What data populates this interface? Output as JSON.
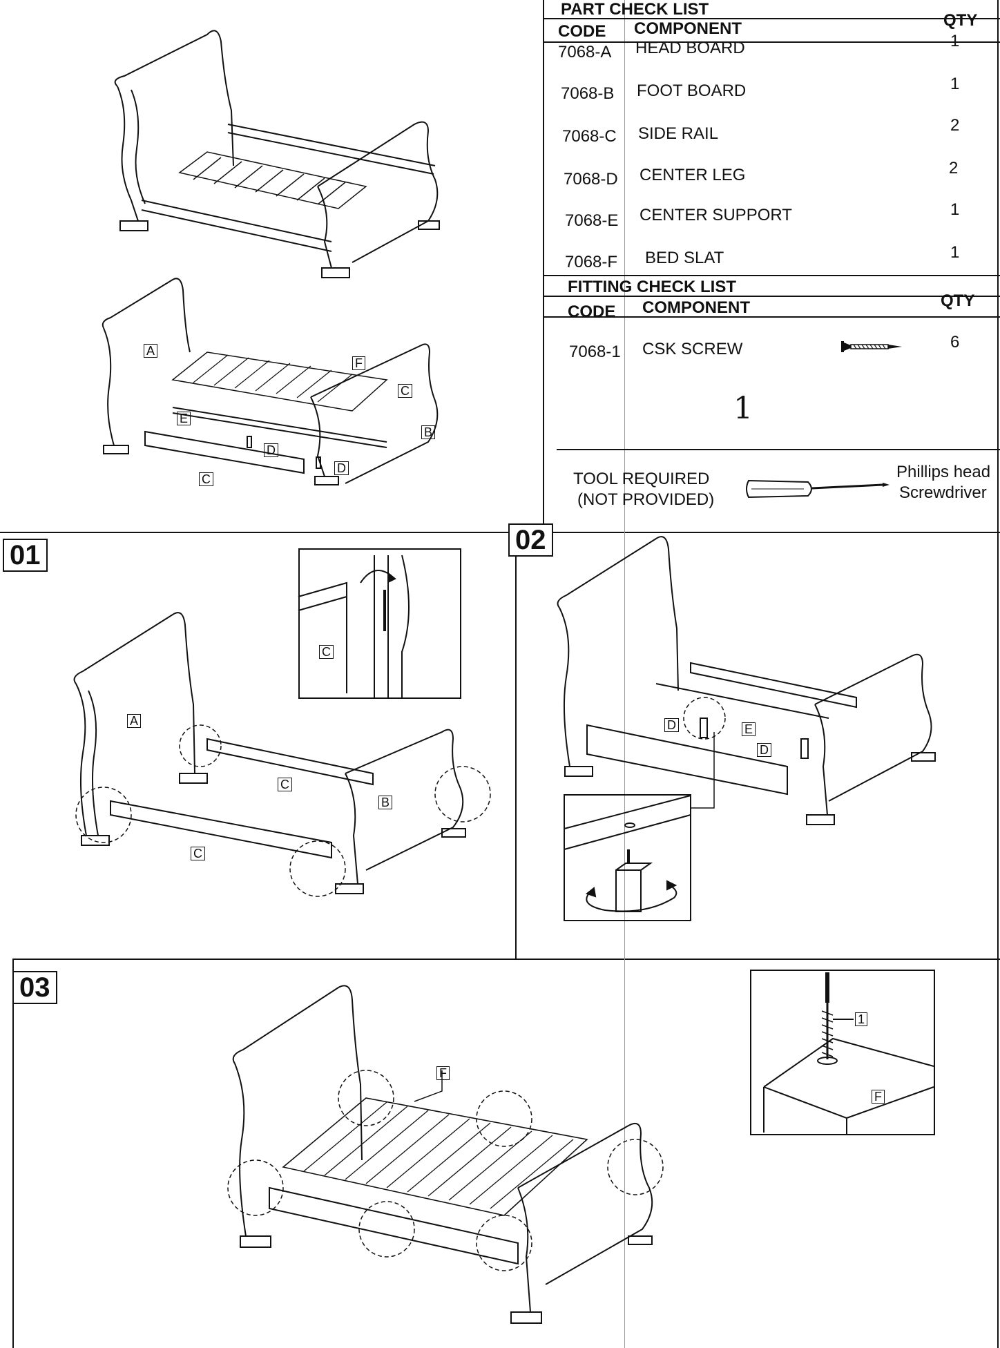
{
  "parts": {
    "title": "PART CHECK LIST",
    "code_header": "CODE",
    "component_header": "COMPONENT",
    "qty_header": "QTY",
    "rows": [
      {
        "code": "7068-A",
        "component": "HEAD BOARD",
        "qty": "1"
      },
      {
        "code": "7068-B",
        "component": "FOOT BOARD",
        "qty": "1"
      },
      {
        "code": "7068-C",
        "component": "SIDE RAIL",
        "qty": "2"
      },
      {
        "code": "7068-D",
        "component": "CENTER LEG",
        "qty": "2"
      },
      {
        "code": "7068-E",
        "component": "CENTER SUPPORT",
        "qty": "1"
      },
      {
        "code": "7068-F",
        "component": "BED SLAT",
        "qty": "1"
      }
    ]
  },
  "fittings": {
    "title": "FITTING CHECK LIST",
    "code_header": "CODE",
    "component_header": "COMPONENT",
    "qty_header": "QTY",
    "rows": [
      {
        "code": "7068-1",
        "component": "CSK SCREW",
        "qty": "6"
      }
    ],
    "handwritten_note": "1"
  },
  "tool": {
    "line1": "TOOL REQUIRED",
    "line2": "(NOT PROVIDED)",
    "name_line1": "Phillips head",
    "name_line2": "Screwdriver"
  },
  "steps": {
    "s1": "01",
    "s2": "02",
    "s3": "03"
  },
  "labels": {
    "A": "A",
    "B": "B",
    "C": "C",
    "D": "D",
    "E": "E",
    "F": "F",
    "one": "1"
  }
}
